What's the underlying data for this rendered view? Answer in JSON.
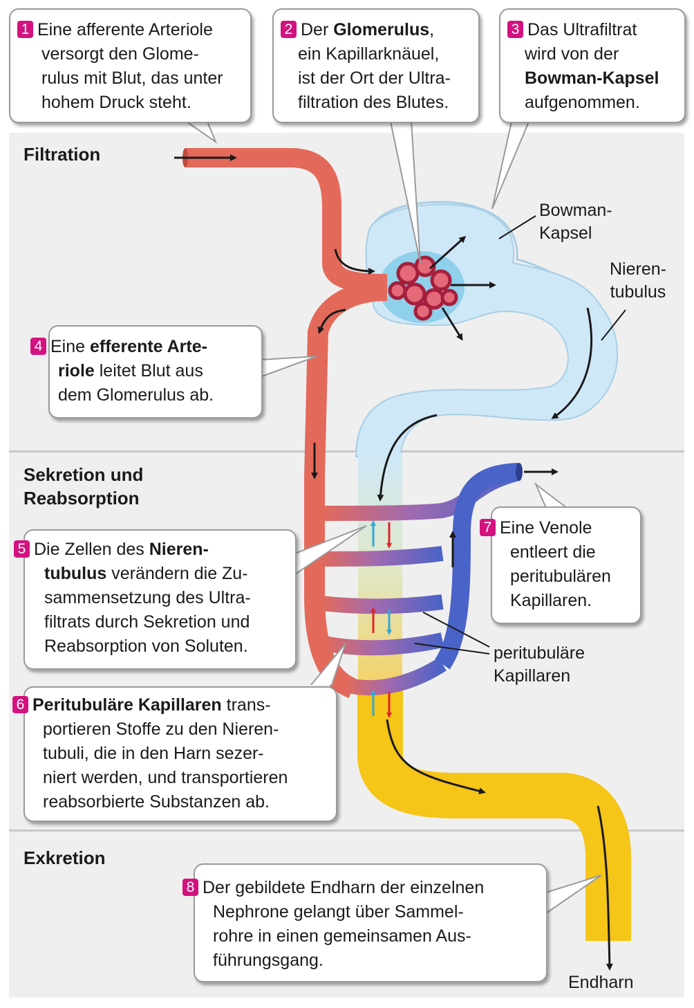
{
  "sections": {
    "filtration": "Filtration",
    "secretion_line1": "Sekretion und",
    "secretion_line2": "Reabsorption",
    "excretion": "Exkretion"
  },
  "callouts": {
    "c1": {
      "num": "1",
      "lines": [
        "Eine afferente Arteriole",
        "versorgt den Glome-",
        "rulus mit Blut, das unter",
        "hohem Druck steht."
      ]
    },
    "c2": {
      "num": "2",
      "l1_pre": "Der ",
      "l1_bold": "Glomerulus",
      "l1_post": ",",
      "lines": [
        "ein Kapillarknäuel,",
        "ist der Ort der Ultra-",
        "filtration des Blutes."
      ]
    },
    "c3": {
      "num": "3",
      "l1": "Das Ultrafiltrat",
      "l2": "wird von der",
      "l3_bold": "Bowman-Kapsel",
      "l4": "aufgenommen."
    },
    "c4": {
      "num": "4",
      "l1_pre": "Eine ",
      "l1_bold": "efferente Arte-",
      "l2_bold": "riole",
      "l2_post": " leitet Blut aus",
      "l3": "dem Glomerulus ab."
    },
    "c5": {
      "num": "5",
      "l1_pre": "Die Zellen des ",
      "l1_bold": "Nieren-",
      "l2_bold": "tubulus",
      "l2_post": " verändern die Zu-",
      "l3": "sammensetzung des Ultra-",
      "l4": "filtrats durch Sekretion und",
      "l5": "Reabsorption von Soluten."
    },
    "c6": {
      "num": "6",
      "l1_bold": "Peritubuläre Kapillaren",
      "l1_post": " trans-",
      "l2": "portieren Stoffe zu den Nieren-",
      "l3": "tubuli, die in den Harn sezer-",
      "l4": "niert werden, und transportieren",
      "l5": "reabsorbierte Substanzen ab."
    },
    "c7": {
      "num": "7",
      "lines": [
        "Eine Venole",
        "entleert die",
        "peritubulären",
        "Kapillaren."
      ]
    },
    "c8": {
      "num": "8",
      "lines": [
        "Der gebildete Endharn der einzelnen",
        "Nephrone gelangt über Sammel-",
        "rohre in einen gemeinsamen Aus-",
        "führungsgang."
      ]
    }
  },
  "labels": {
    "bowman_line1": "Bowman-",
    "bowman_line2": "Kapsel",
    "tubulus_line1": "Nieren-",
    "tubulus_line2": "tubulus",
    "peri_line1": "peritubuläre",
    "peri_line2": "Kapillaren",
    "endharn": "Endharn"
  },
  "colors": {
    "artery": "#e36a5a",
    "vein": "#4a63c8",
    "tubule": "#cfe8f7",
    "urine": "#f5c518",
    "badge": "#d4127f",
    "band": "#efefef"
  }
}
